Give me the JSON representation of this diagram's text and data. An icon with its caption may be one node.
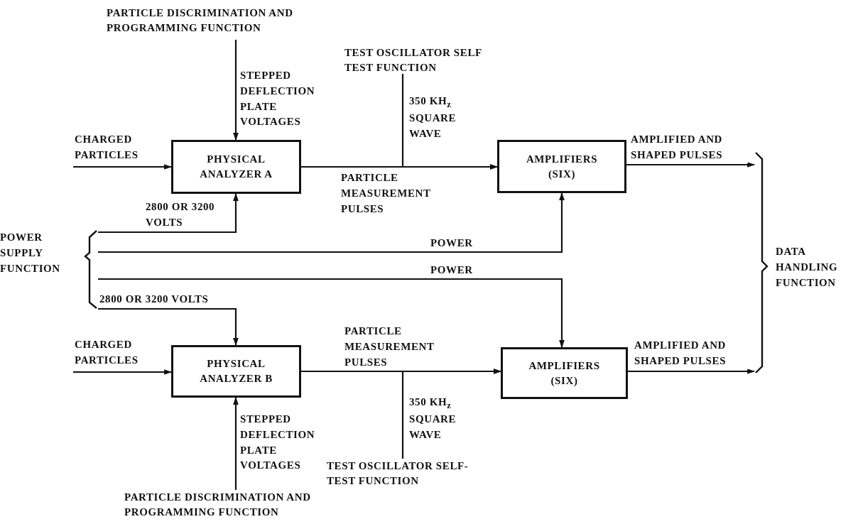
{
  "diagram": {
    "nodes": [
      {
        "text": [
          "PARTICLE DISCRIMINATION AND PROGRAMMING FUNCTION"
        ]
      },
      {
        "text": [
          "TEST OSCILLATOR SELF TEST FUNCTION"
        ]
      },
      {
        "text": [
          "PHYSICAL ANALYZER A"
        ]
      },
      {
        "text": [
          "AMPLIFIERS (SIX)"
        ]
      },
      {
        "text": [
          "POWER SUPPLY FUNCTION"
        ]
      },
      {
        "text": [
          "DATA HANDLING FUNCTION"
        ]
      },
      {
        "text": [
          "PHYSICAL ANALYZER B"
        ]
      },
      {
        "text": [
          "AMPLIFIERS (SIX)"
        ]
      },
      {
        "text": [
          "TEST OSCILLATOR SELF-TEST FUNCTION"
        ]
      },
      {
        "text": [
          "PARTICLE DISCRIMINATION AND PROGRAMMING FUNCTION"
        ]
      }
    ],
    "edges": [
      {
        "from": 0,
        "to": 2,
        "arrow": "to",
        "label": "STEPPED DEFLECTION PLATE VOLTAGES"
      },
      {
        "from": 1,
        "to": 3,
        "arrow": "to",
        "label": "350 KH$_{z}$ SQUARE WAVE"
      },
      {
        "from": null,
        "to": 2,
        "arrow": "to",
        "label": "CHARGED PARTICLES"
      },
      {
        "from": 2,
        "to": 3,
        "arrow": "to",
        "label": "PARTICLE MEASUREMENT PULSES"
      },
      {
        "from": 4,
        "to": 2,
        "arrow": "to",
        "label": "2800 OR 3200 VOLTS"
      },
      {
        "from": 4,
        "to": 3,
        "arrow": "to",
        "label": "POWER"
      },
      {
        "from": 4,
        "to": 7,
        "arrow": "to",
        "label": "POWER"
      },
      {
        "from": 4,
        "to": 6,
        "arrow": "to",
        "label": "2800 OR 3200 VOLTS"
      },
      {
        "from": 3,
        "to": 5,
        "arrow": "to",
        "label": "AMPLIFIED AND SHAPED PULSES"
      },
      {
        "from": null,
        "to": 6,
        "arrow": "to",
        "label": "CHARGED PARTICLES"
      },
      {
        "from": 6,
        "to": 7,
        "arrow": "to",
        "label": "PARTICLE MEASUREMENT PULSES"
      },
      {
        "from": 8,
        "to": 7,
        "arrow": "to",
        "label": "350 KH$_{z}$ SQUARE WAVE"
      },
      {
        "from": 9,
        "to": 6,
        "arrow": "to",
        "label": "STEPPED DEFLECTION PLATE VOLTAGES"
      },
      {
        "from": 7,
        "to": 5,
        "arrow": "to",
        "label": "AMPLIFIED AND SHAPED PULSES"
      }
    ]
  }
}
